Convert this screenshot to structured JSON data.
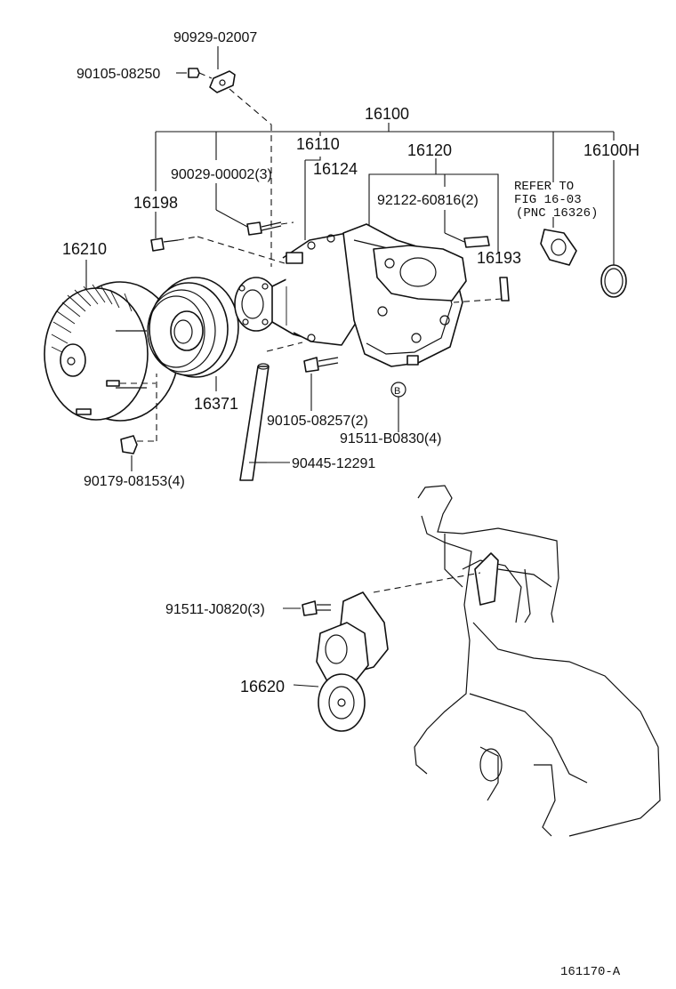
{
  "labels": {
    "p_90929_02007": "90929-02007",
    "p_90105_08250": "90105-08250",
    "p_16100": "16100",
    "p_16110": "16110",
    "p_16120": "16120",
    "p_16100H": "16100H",
    "p_90029_00002": "90029-00002(3)",
    "p_16124": "16124",
    "p_16198": "16198",
    "p_92122_60816": "92122-60816(2)",
    "refer_line1": "REFER TO",
    "refer_line2": "FIG 16-03",
    "refer_line3": "(PNC 16326)",
    "p_16193": "16193",
    "p_16210": "16210",
    "p_16371": "16371",
    "p_90105_08257": "90105-08257(2)",
    "p_91511_B0830": "91511-B0830(4)",
    "callout_b": "B",
    "p_90445_12291": "90445-12291",
    "p_90179_08153": "90179-08153(4)",
    "p_91511_J0820": "91511-J0820(3)",
    "p_16620": "16620",
    "figure_code": "161170-A"
  }
}
